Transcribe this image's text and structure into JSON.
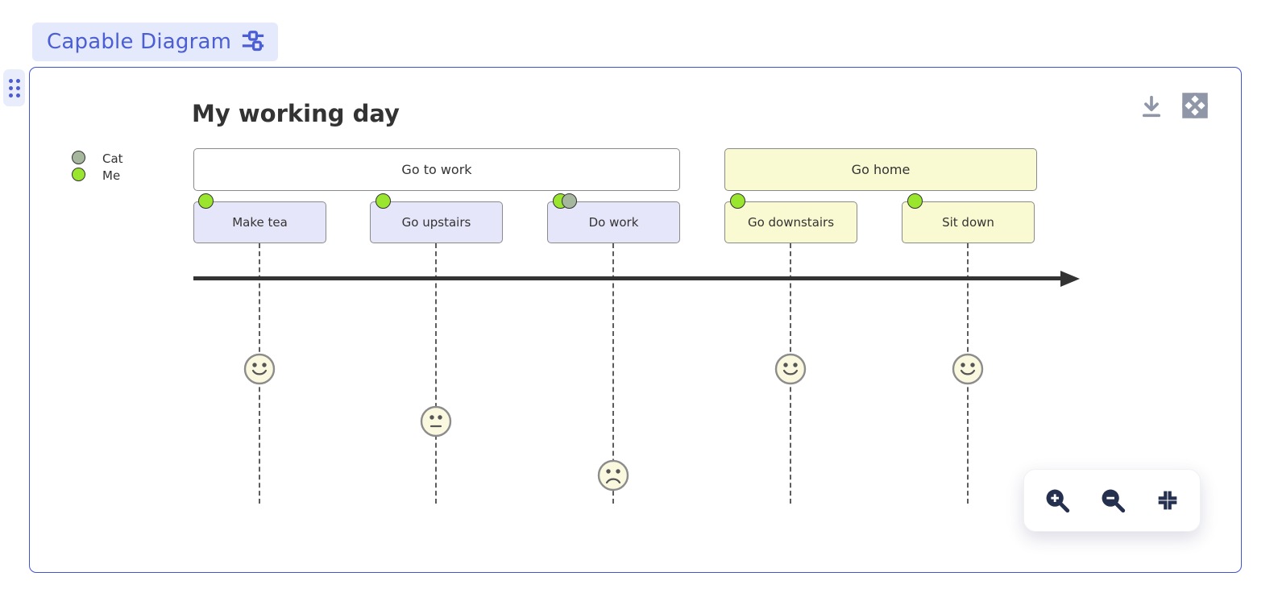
{
  "chip": {
    "label": "Capable Diagram",
    "icon": "sliders-icon"
  },
  "toolbar": {
    "download_icon": "download-icon",
    "expand_icon": "expand-arrows-icon"
  },
  "zoom_controls": {
    "zoom_in_icon": "zoom-in-icon",
    "zoom_out_icon": "zoom-out-icon",
    "fit_view_icon": "fit-view-icon"
  },
  "journey": {
    "title": "My working day",
    "actors": [
      {
        "name": "Cat",
        "color": "#a5b79c"
      },
      {
        "name": "Me",
        "color": "#9ae52e"
      }
    ],
    "sections": [
      {
        "label": "Go to work",
        "fill": "#ffffff",
        "task_fill": "#e6e6fa",
        "tasks": [
          {
            "label": "Make tea",
            "score": 5,
            "face": "happy",
            "actors": [
              "Me"
            ]
          },
          {
            "label": "Go upstairs",
            "score": 3,
            "face": "neutral",
            "actors": [
              "Me"
            ]
          },
          {
            "label": "Do work",
            "score": 1,
            "face": "sad",
            "actors": [
              "Me",
              "Cat"
            ]
          }
        ]
      },
      {
        "label": "Go home",
        "fill": "#fafad2",
        "task_fill": "#fafad2",
        "tasks": [
          {
            "label": "Go downstairs",
            "score": 5,
            "face": "happy",
            "actors": [
              "Me"
            ]
          },
          {
            "label": "Sit down",
            "score": 5,
            "face": "happy",
            "actors": [
              "Me"
            ]
          }
        ]
      }
    ]
  },
  "colors": {
    "accent": "#4b5ed3",
    "panel_border": "#4152d4",
    "chip_bg": "#e4e9fc",
    "icon_gray": "#8e96a8",
    "icon_navy": "#25304f",
    "task_lavender": "#e6e6fa",
    "section_yellow": "#fafad2",
    "face_cream": "#fbf8e0",
    "diagram_text": "#333333"
  }
}
